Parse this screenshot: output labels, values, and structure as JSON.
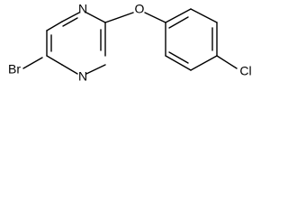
{
  "molecule": {
    "atoms": {
      "br": "Br",
      "n_top": "N",
      "n_bottom": "N",
      "o": "O",
      "cl": "Cl"
    }
  }
}
